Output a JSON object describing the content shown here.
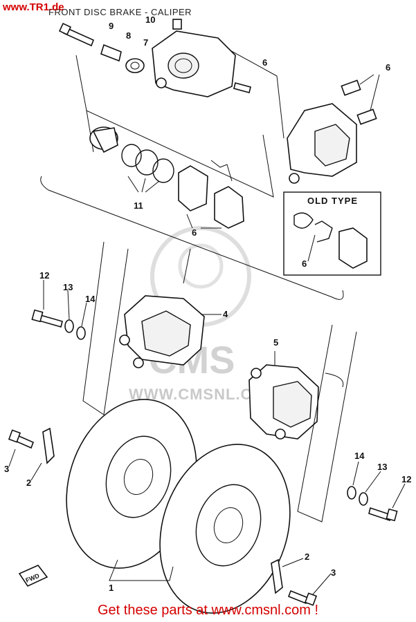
{
  "header": {
    "watermark": "www.TR1.de",
    "title": "FRONT DISC BRAKE - CALIPER"
  },
  "inset": {
    "label": "OLD TYPE"
  },
  "watermark": {
    "logo": "CMS",
    "url": "WWW.CMSNL.COM"
  },
  "callouts": {
    "c1": "1",
    "c2a": "2",
    "c2b": "2",
    "c3a": "3",
    "c3b": "3",
    "c4": "4",
    "c5": "5",
    "c6a": "6",
    "c6b": "6",
    "c6c": "6",
    "c6d": "6",
    "c7": "7",
    "c8": "8",
    "c9": "9",
    "c10": "10",
    "c11": "11",
    "c12a": "12",
    "c12b": "12",
    "c13a": "13",
    "c13b": "13",
    "c14a": "14",
    "c14b": "14"
  },
  "direction_tag": "FWD",
  "footer": {
    "text": "Get these parts at www.cmsnl.com !"
  }
}
